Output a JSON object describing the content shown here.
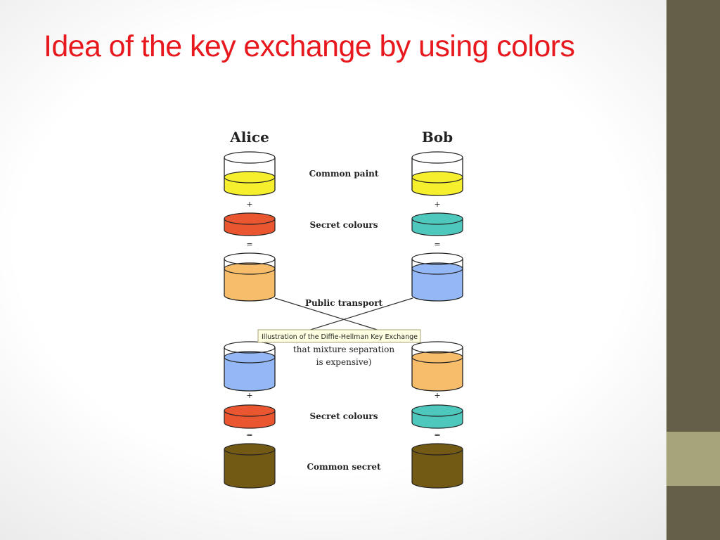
{
  "slide": {
    "title": "Idea of the key exchange by using colors"
  },
  "diagram": {
    "alice_label": "Alice",
    "bob_label": "Bob",
    "steps": {
      "common_paint": "Common paint",
      "secret_colours_1": "Secret colours",
      "public_transport": "Public transport",
      "note_line1": "that mixture separation",
      "note_line2": "is expensive)",
      "secret_colours_2": "Secret colours",
      "common_secret": "Common secret"
    },
    "operators": {
      "plus": "+",
      "equals": "="
    },
    "tooltip": "Illustration of the Diffie-Hellman Key Exchange",
    "colors": {
      "common_paint": "#f6ef2e",
      "alice_secret": "#e9562f",
      "bob_secret": "#4ec7bd",
      "alice_mix": "#f7bd6b",
      "bob_mix": "#94b8f5",
      "common_secret": "#735a14",
      "title": "#e8191e",
      "sidebar": "#655e48",
      "sidebar_accent": "#a7a47c"
    }
  }
}
